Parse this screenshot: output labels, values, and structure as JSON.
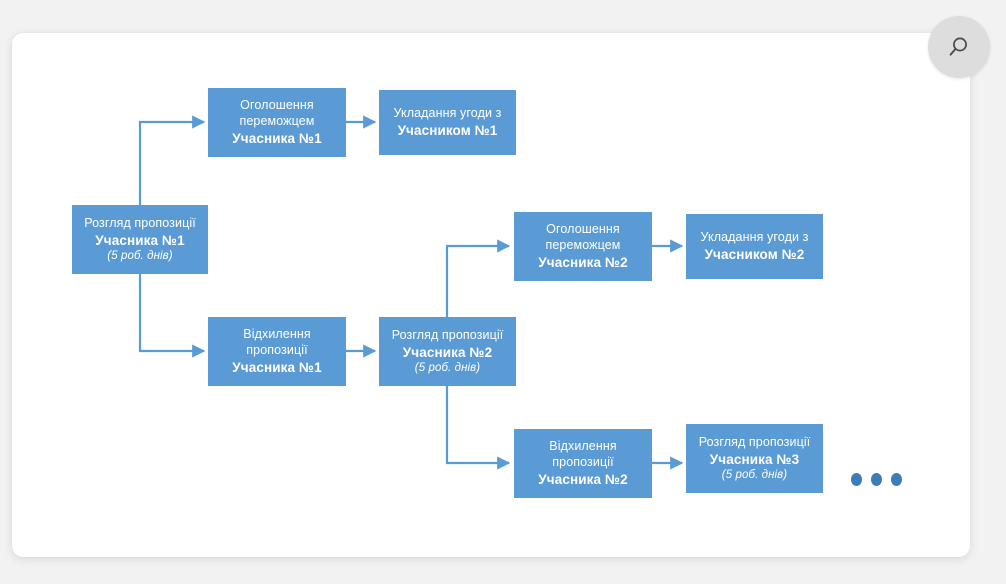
{
  "page": {
    "background_color": "#f2f2f2",
    "card_color": "#ffffff"
  },
  "toolbar": {
    "zoom_button_name": "search-icon",
    "zoom_button_label": "⌕"
  },
  "theme": {
    "node_fill": "#5b9bd5",
    "node_text": "#ffffff",
    "connector_color": "#5b9bd5",
    "dot_color": "#3c7cb8"
  },
  "diagram": {
    "type": "flowchart",
    "nodes": [
      {
        "id": "review-1",
        "lines": [
          {
            "text": "Розгляд пропозиції",
            "style": "normal"
          },
          {
            "text": "Учасника №​1",
            "style": "strong"
          },
          {
            "text": "(5 роб. днів)",
            "style": "note"
          }
        ]
      },
      {
        "id": "announce-1",
        "lines": [
          {
            "text": "Оголошення",
            "style": "normal"
          },
          {
            "text": "переможцем",
            "style": "normal"
          },
          {
            "text": "Учасника №​1",
            "style": "strong"
          }
        ]
      },
      {
        "id": "contract-1",
        "lines": [
          {
            "text": "Укладання угоди з",
            "style": "normal"
          },
          {
            "text": "Учасником №​1",
            "style": "strong"
          }
        ]
      },
      {
        "id": "reject-1",
        "lines": [
          {
            "text": "Відхилення",
            "style": "normal"
          },
          {
            "text": "пропозиції",
            "style": "normal"
          },
          {
            "text": "Учасника №​1",
            "style": "strong"
          }
        ]
      },
      {
        "id": "review-2",
        "lines": [
          {
            "text": "Розгляд пропозиції",
            "style": "normal"
          },
          {
            "text": "Учасника №​2",
            "style": "strong"
          },
          {
            "text": "(5 роб. днів)",
            "style": "note"
          }
        ]
      },
      {
        "id": "announce-2",
        "lines": [
          {
            "text": "Оголошення",
            "style": "normal"
          },
          {
            "text": "переможцем",
            "style": "normal"
          },
          {
            "text": "Учасника №​2",
            "style": "strong"
          }
        ]
      },
      {
        "id": "contract-2",
        "lines": [
          {
            "text": "Укладання угоди з",
            "style": "normal"
          },
          {
            "text": "Учасником №​2",
            "style": "strong"
          }
        ]
      },
      {
        "id": "reject-2",
        "lines": [
          {
            "text": "Відхилення",
            "style": "normal"
          },
          {
            "text": "пропозиції",
            "style": "normal"
          },
          {
            "text": "Учасника №​2",
            "style": "strong"
          }
        ]
      },
      {
        "id": "review-3",
        "lines": [
          {
            "text": "Розгляд пропозиції",
            "style": "normal"
          },
          {
            "text": "Учасника №​3",
            "style": "strong"
          },
          {
            "text": "(5 роб. днів)",
            "style": "note"
          }
        ]
      }
    ],
    "continuation": "• • •"
  }
}
